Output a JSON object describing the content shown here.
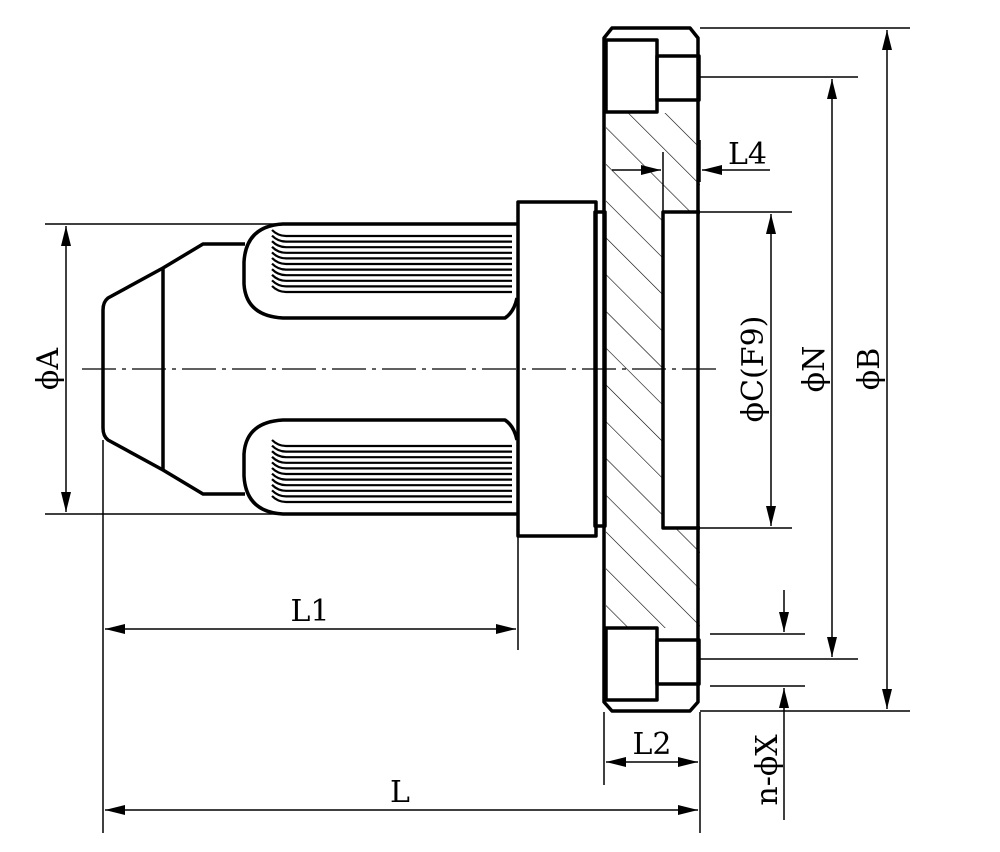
{
  "labels": {
    "dia_a": "ϕA",
    "dia_c": "ϕC(F9)",
    "dia_n": "ϕN",
    "dia_b": "ϕB",
    "len_l": "L",
    "len_l1": "L1",
    "len_l2": "L2",
    "len_l4": "L4",
    "holes": "n-ϕX"
  }
}
